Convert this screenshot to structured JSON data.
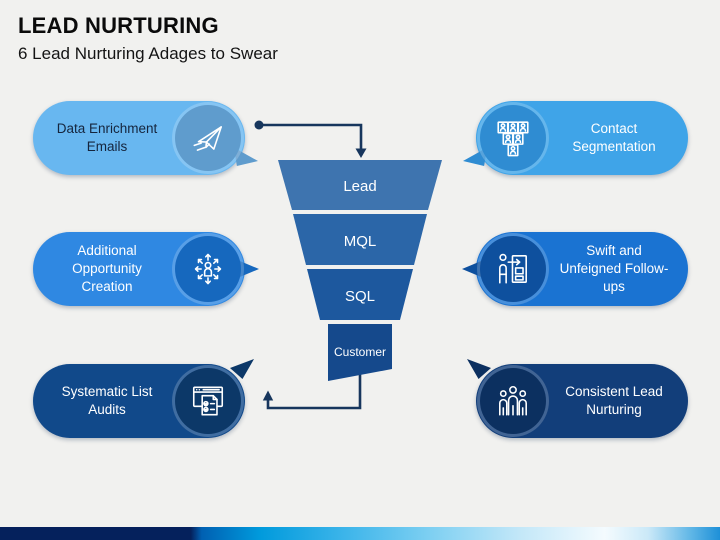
{
  "slide": {
    "title": "LEAD NURTURING",
    "subtitle": "6 Lead Nurturing Adages to Swear",
    "background_color": "#F1F1EF"
  },
  "funnel": {
    "stages": [
      {
        "label": "Lead",
        "color": "#3E74AF"
      },
      {
        "label": "MQL",
        "color": "#2B66A8"
      },
      {
        "label": "SQL",
        "color": "#1D589E"
      },
      {
        "label": "Customer",
        "color": "#15498C"
      }
    ],
    "connector_color": "#17365D"
  },
  "callouts": {
    "left": [
      {
        "label": "Data Enrichment Emails",
        "icon": "paper-plane-icon",
        "pill_color": "#68B7F0",
        "circle_color": "#5F9CCD",
        "text_color": "#15253D"
      },
      {
        "label": "Additional Opportunity Creation",
        "icon": "expand-arrows-person-icon",
        "pill_color": "#2F88E2",
        "circle_color": "#1668BE",
        "text_color": "#FFFFFF"
      },
      {
        "label": "Systematic List Audits",
        "icon": "checklist-document-icon",
        "pill_color": "#11498A",
        "circle_color": "#0C3868",
        "text_color": "#FFFFFF"
      }
    ],
    "right": [
      {
        "label": "Contact Segmentation",
        "icon": "contact-cards-icon",
        "pill_color": "#3FA4E8",
        "circle_color": "#2F8CD2",
        "text_color": "#FFFFFF"
      },
      {
        "label": "Swift and Unfeigned Follow-ups",
        "icon": "person-door-icon",
        "pill_color": "#1A73D2",
        "circle_color": "#0E509E",
        "text_color": "#FFFFFF"
      },
      {
        "label": "Consistent Lead Nurturing",
        "icon": "people-group-icon",
        "pill_color": "#123E7A",
        "circle_color": "#0C3060",
        "text_color": "#FFFFFF"
      }
    ]
  },
  "footer": {
    "bar_colors": [
      "#05215C",
      "#0060B2",
      "#00A2E2",
      "#7FD0F2",
      "#F4FBFE",
      "#1E90D8"
    ]
  }
}
